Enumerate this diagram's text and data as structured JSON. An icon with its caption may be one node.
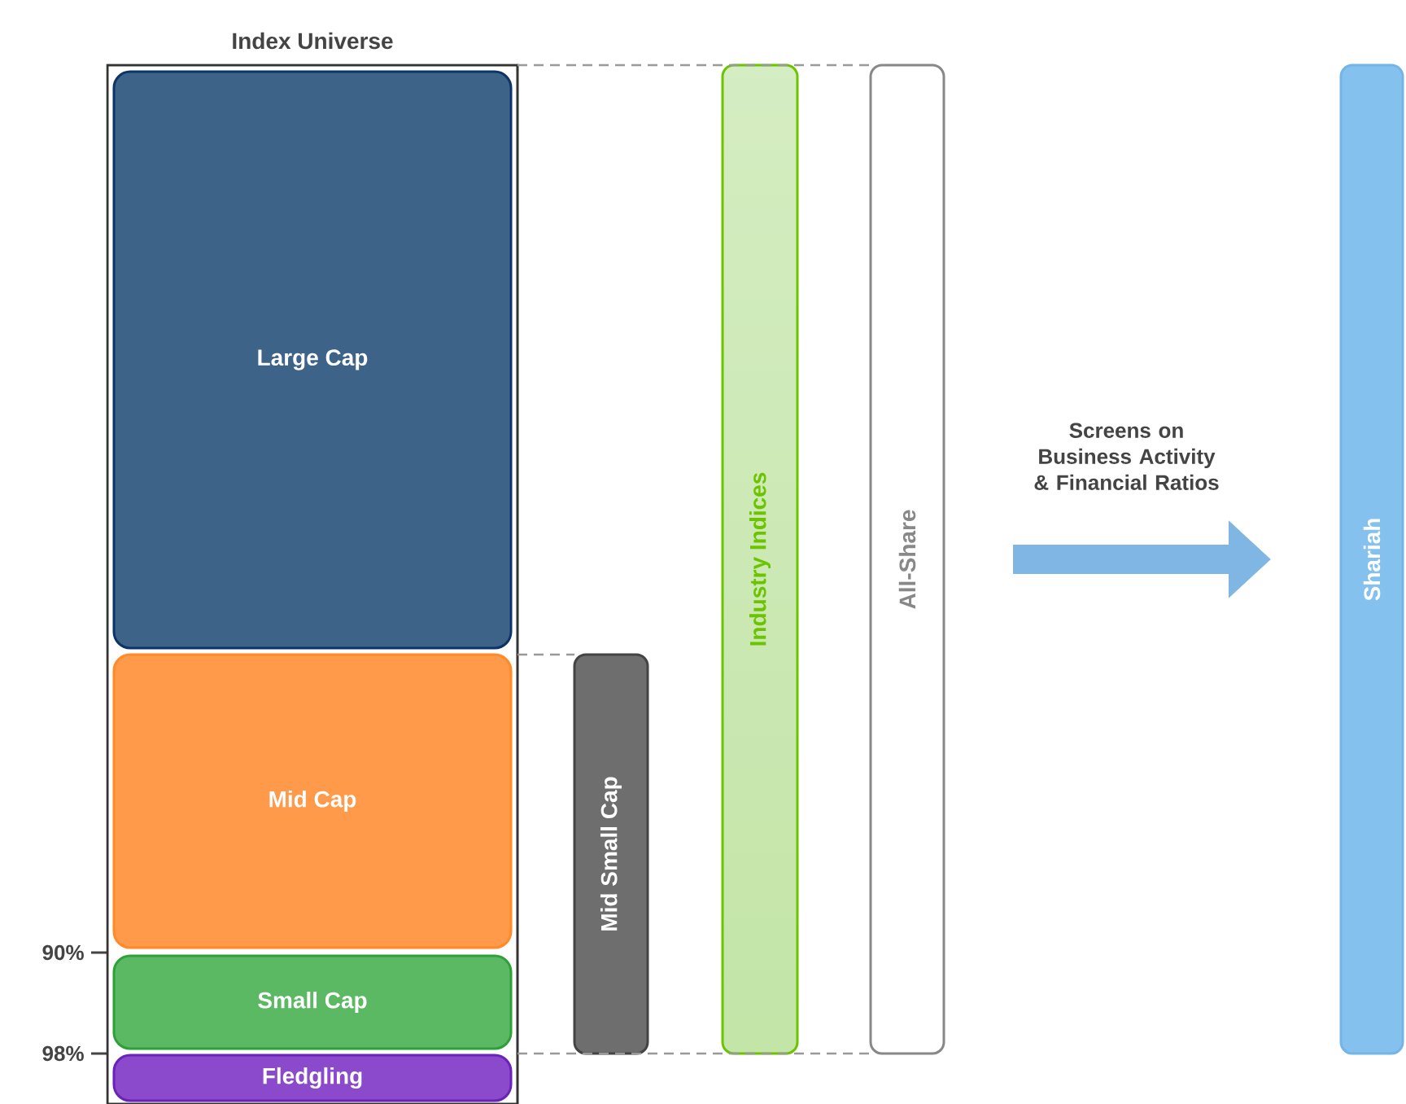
{
  "diagram": {
    "nodes": [
      {
        "text": [
          "Index Universe"
        ]
      },
      {
        "text": [
          "Large Cap"
        ],
        "in": 0
      },
      {
        "text": [
          "Mid Cap"
        ],
        "in": 0
      },
      {
        "text": [
          "Small Cap"
        ],
        "in": 0
      },
      {
        "text": [
          "Fledgling"
        ],
        "in": 0
      },
      {
        "text": [
          "Mid Small Cap"
        ]
      },
      {
        "text": [
          "Industry Indices"
        ]
      },
      {
        "text": [
          "All-Share"
        ]
      },
      {
        "text": [
          "Shariah"
        ]
      }
    ],
    "edges": [
      {
        "from": 0,
        "to": 7,
        "arrow": "none",
        "style": "dashed"
      },
      {
        "from": 0,
        "to": 5,
        "arrow": "none",
        "style": "dashed"
      },
      {
        "from": 0,
        "to": 7,
        "arrow": "none",
        "style": "dashed"
      },
      {
        "from": 7,
        "to": 8,
        "arrow": "to",
        "style": "thick",
        "label": "Screens on Business Activity & Financial Ratios"
      }
    ],
    "labels": [
      "90%",
      "98%"
    ]
  }
}
